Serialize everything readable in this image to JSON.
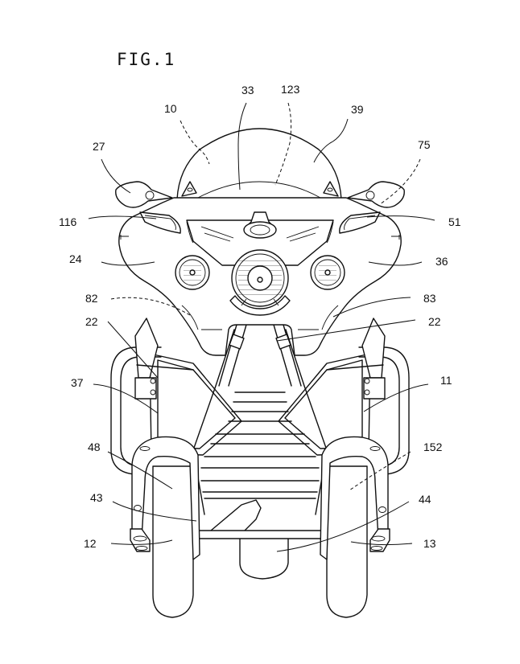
{
  "figure": {
    "title": "FIG.1"
  },
  "labels": {
    "l10": "10",
    "l33": "33",
    "l123": "123",
    "l39": "39",
    "l27": "27",
    "l75": "75",
    "l116": "116",
    "l51": "51",
    "l24": "24",
    "l36": "36",
    "l82": "82",
    "l83": "83",
    "l22a": "22",
    "l22b": "22",
    "l37": "37",
    "l11": "11",
    "l48": "48",
    "l152": "152",
    "l43": "43",
    "l44": "44",
    "l12": "12",
    "l13": "13"
  },
  "colors": {
    "ink": "#111111",
    "paper": "#ffffff"
  }
}
